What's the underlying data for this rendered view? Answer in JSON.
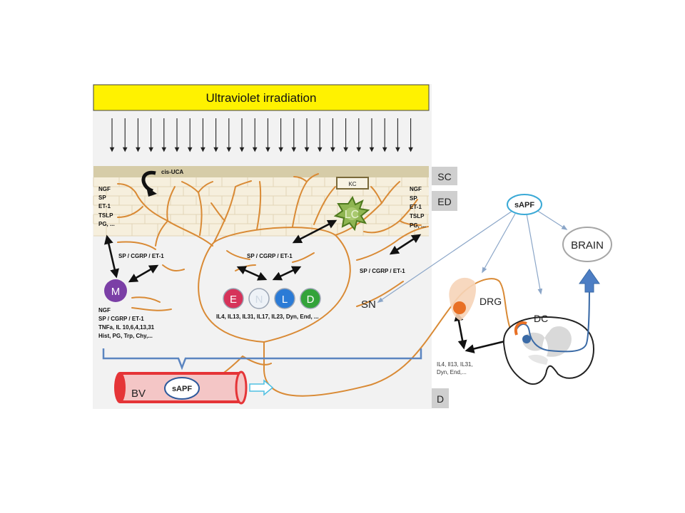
{
  "header": {
    "title": "Ultraviolet irradiation"
  },
  "layers": {
    "sc": "SC",
    "ed": "ED",
    "d": "D"
  },
  "skin": {
    "cis_uca": "cis-UCA",
    "kc": "KC",
    "lc": "LC",
    "left_factors": [
      "NGF",
      "SP",
      "ET-1",
      "TSLP",
      "PG, ..."
    ],
    "right_factors": [
      "NGF",
      "SP",
      "ET-1",
      "TSLP",
      "PG, ..."
    ],
    "mediator_left": "SP / CGRP / ET-1",
    "mediator_center": "SP / CGRP / ET-1",
    "mediator_right": "SP / CGRP / ET-1",
    "sn": "SN"
  },
  "cells": {
    "mast": "M",
    "mast_products": [
      "NGF",
      "SP / CGRP / ET-1",
      "TNFa, IL 10,6,4,13,31",
      "Hist, PG, Trp, Chy,..."
    ],
    "immune": [
      "E",
      "N",
      "L",
      "D"
    ],
    "immune_colors": [
      "#d6335a",
      "#eef2f7",
      "#2b7bd6",
      "#33a33a"
    ],
    "immune_products": "IL4, IL13, IL31, IL17, IL23, Dyn, End, ..."
  },
  "vessel": {
    "bv": "BV",
    "sapf": "sAPF"
  },
  "neuro": {
    "sapf": "sAPF",
    "brain": "BRAIN",
    "drg": "DRG",
    "dc": "DC",
    "drg_products": [
      "IL4, Il13, IL31,",
      "Dyn, End,..."
    ]
  },
  "colors": {
    "nerve": "#d98a35",
    "banner": "#fff200",
    "skin_top": "#d8cfae",
    "panel": "#f1f1f1"
  }
}
